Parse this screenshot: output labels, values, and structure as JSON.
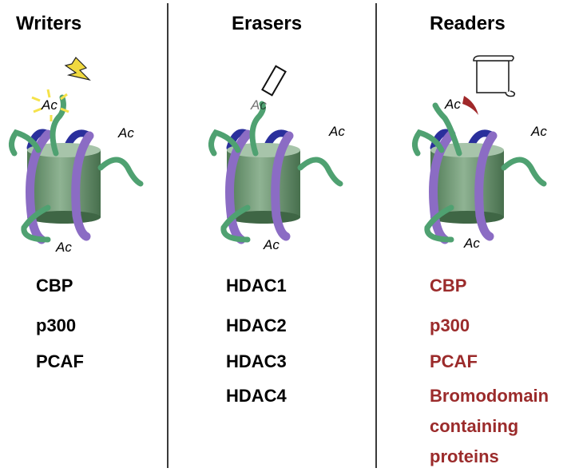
{
  "columns": [
    {
      "title": "Writers",
      "proteins": [
        "CBP",
        "p300",
        "PCAF"
      ]
    },
    {
      "title": "Erasers",
      "proteins": [
        "HDAC1",
        "HDAC2",
        "HDAC3",
        "HDAC4"
      ]
    },
    {
      "title": "Readers",
      "proteins": [
        "CBP",
        "p300",
        "PCAF",
        "Bromodomain",
        "containing",
        "proteins"
      ]
    }
  ],
  "mark_label": "Ac",
  "colors": {
    "histone_core": "#5f8f66",
    "histone_tail": "#4fa171",
    "dna_front": "#8b6cc4",
    "dna_back": "#2a2f9c",
    "reader_text": "#9b2b2b",
    "reader_wedge": "#a0282a",
    "spark": "#f5e24a"
  },
  "icons": [
    "lightning-icon",
    "eraser-icon",
    "scroll-icon",
    "spark-icon"
  ]
}
